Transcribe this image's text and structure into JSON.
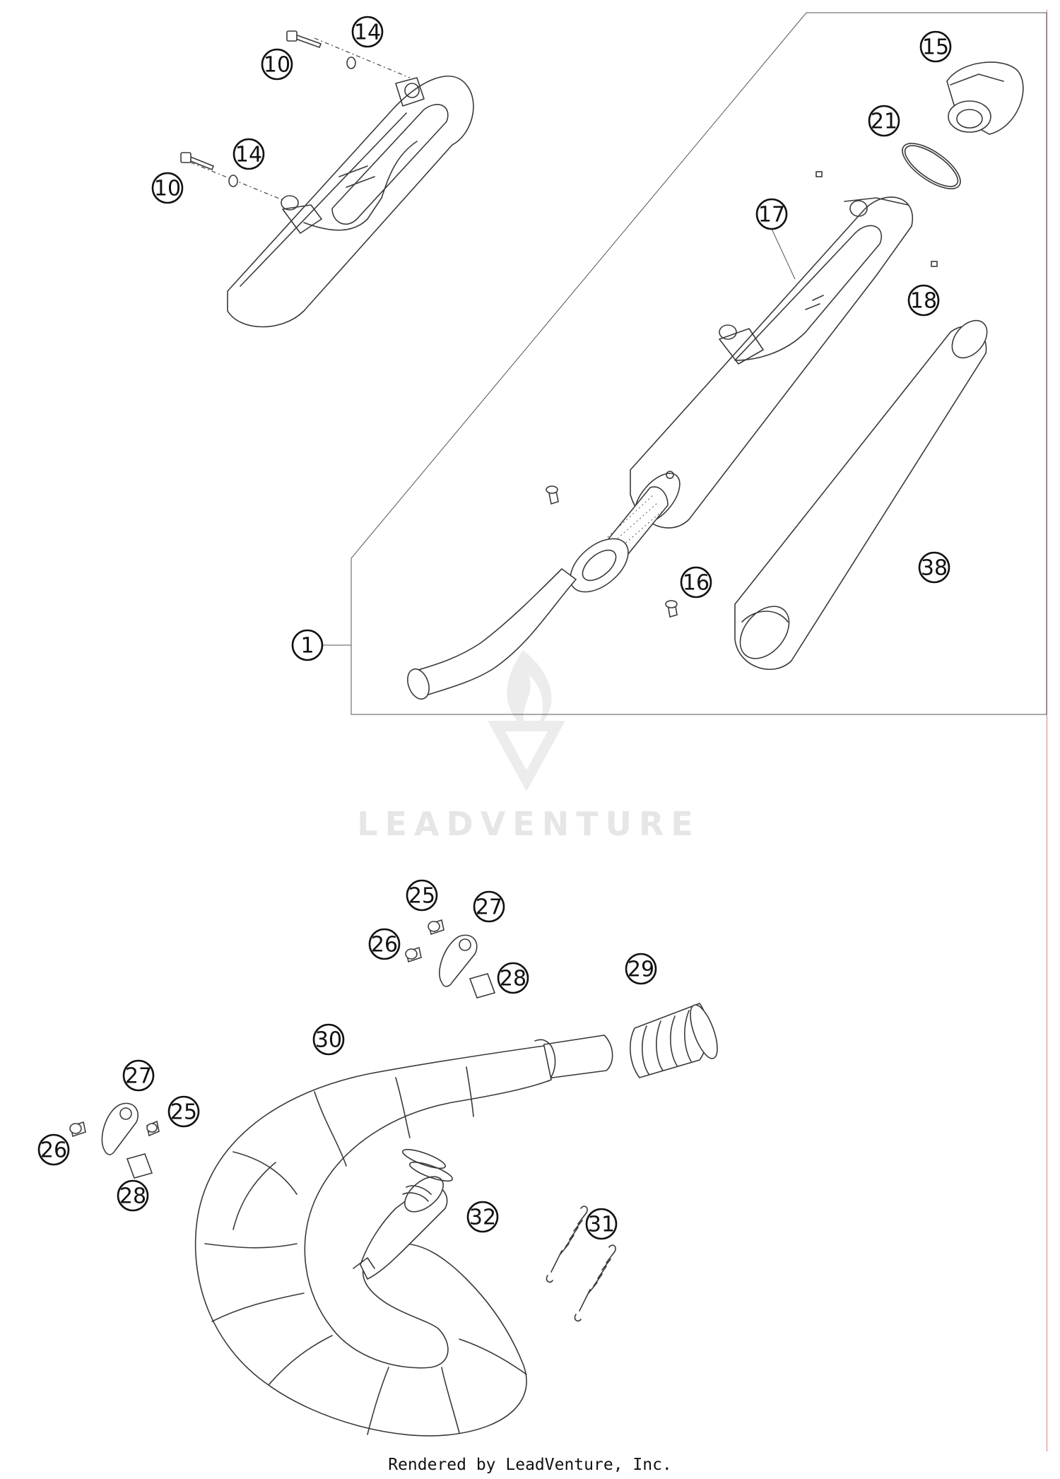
{
  "watermark": {
    "text": "LEADVENTURE"
  },
  "footer": {
    "text": "Rendered by LeadVenture, Inc."
  },
  "callouts": [
    {
      "id": "c10a",
      "label": "10"
    },
    {
      "id": "c14a",
      "label": "14"
    },
    {
      "id": "c10b",
      "label": "10"
    },
    {
      "id": "c14b",
      "label": "14"
    },
    {
      "id": "c15",
      "label": "15"
    },
    {
      "id": "c21",
      "label": "21"
    },
    {
      "id": "c17",
      "label": "17"
    },
    {
      "id": "c18",
      "label": "18"
    },
    {
      "id": "c16",
      "label": "16"
    },
    {
      "id": "c38",
      "label": "38"
    },
    {
      "id": "c1",
      "label": "1"
    },
    {
      "id": "c25a",
      "label": "25"
    },
    {
      "id": "c27a",
      "label": "27"
    },
    {
      "id": "c26a",
      "label": "26"
    },
    {
      "id": "c28a",
      "label": "28"
    },
    {
      "id": "c29",
      "label": "29"
    },
    {
      "id": "c30",
      "label": "30"
    },
    {
      "id": "c27b",
      "label": "27"
    },
    {
      "id": "c25b",
      "label": "25"
    },
    {
      "id": "c26b",
      "label": "26"
    },
    {
      "id": "c28b",
      "label": "28"
    },
    {
      "id": "c32",
      "label": "32"
    },
    {
      "id": "c31",
      "label": "31"
    }
  ]
}
